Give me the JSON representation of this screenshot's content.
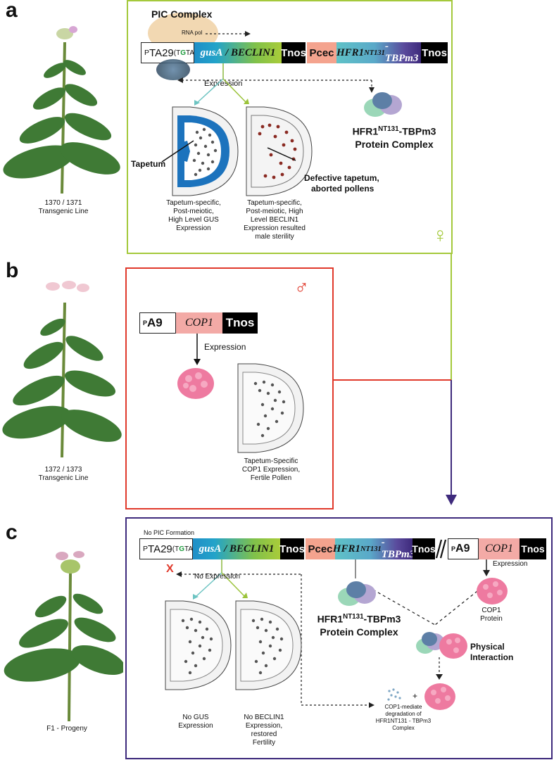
{
  "colors": {
    "panel_a": "#a4c93b",
    "panel_b": "#e0392b",
    "panel_c": "#3e2a7c"
  },
  "panel_a": {
    "letter": "a",
    "plant_caption_1": "1370 / 1371",
    "plant_caption_2": "Transgenic Line",
    "pic_complex": "PIC Complex",
    "rna_pol": "RNA pol",
    "promoter_sup": "P",
    "promoter": "TA29",
    "tata_open": "(",
    "tata_t1": "T",
    "tata_g": "G",
    "tata_rest": "TA)",
    "gusA": "gusA",
    "beclin": "/ BECLIN1",
    "tnos1": "Tnos",
    "pcec": "Pcec",
    "hfr1": "HFR1",
    "hfr1_sup": "NT131",
    "tbpm3": "-TBPm3",
    "tnos2": "Tnos",
    "expression": "Expression",
    "tapetum": "Tapetum",
    "defective_1": "Defective tapetum,",
    "defective_2": "aborted pollens",
    "cap1": [
      "Tapetum-specific,",
      "Post-meiotic,",
      "High Level GUS",
      "Expression"
    ],
    "cap2": [
      "Tapetum-specific,",
      "Post-meiotic, High",
      "Level BECLIN1",
      "Expression resulted",
      "male sterility"
    ],
    "complex_1": "HFR1",
    "complex_sup": "NT131",
    "complex_2": "-TBPm3",
    "complex_3": "Protein Complex",
    "symbol": "♀"
  },
  "panel_b": {
    "letter": "b",
    "plant_caption_1": "1372 / 1373",
    "plant_caption_2": "Transgenic Line",
    "promoter_sup": "P",
    "promoter": "A9",
    "cop1": "COP1",
    "tnos": "Tnos",
    "expression": "Expression",
    "cap": [
      "Tapetum-Specific",
      "COP1 Expression,",
      "Fertile Pollen"
    ],
    "symbol": "♂"
  },
  "panel_c": {
    "letter": "c",
    "plant_caption": "F1 - Progeny",
    "no_pic": "No PIC Formation",
    "promoter_sup": "P",
    "promoter": "TA29",
    "tata_open": "(",
    "tata_t1": "T",
    "tata_g": "G",
    "tata_rest": "TA)",
    "gusA": "gusA",
    "beclin": "/ BECLIN1",
    "tnos1": "Tnos",
    "pcec": "Pcec",
    "hfr1": "HFR1",
    "hfr1_sup": "NT131",
    "tbpm3": "-TBPm3",
    "tnos2": "Tnos",
    "a9_sup": "P",
    "a9": "A9",
    "cop1": "COP1",
    "tnos3": "Tnos",
    "x_mark": "X",
    "no_expression": "No Expression",
    "expression": "Expression",
    "complex_1": "HFR1",
    "complex_sup": "NT131",
    "complex_2": "-TBPm3",
    "complex_3": "Protein Complex",
    "cop1_protein": [
      "COP1",
      "Protein"
    ],
    "physical": [
      "Physical",
      "Interaction"
    ],
    "plus": "+",
    "degradation": [
      "COP1-mediate",
      "degradation of",
      "HFR1NT131 - TBPm3",
      "Complex"
    ],
    "cap1": [
      "No GUS",
      "Expression"
    ],
    "cap2": [
      "No BECLIN1",
      "Expression,",
      "restored",
      "Fertility"
    ]
  }
}
